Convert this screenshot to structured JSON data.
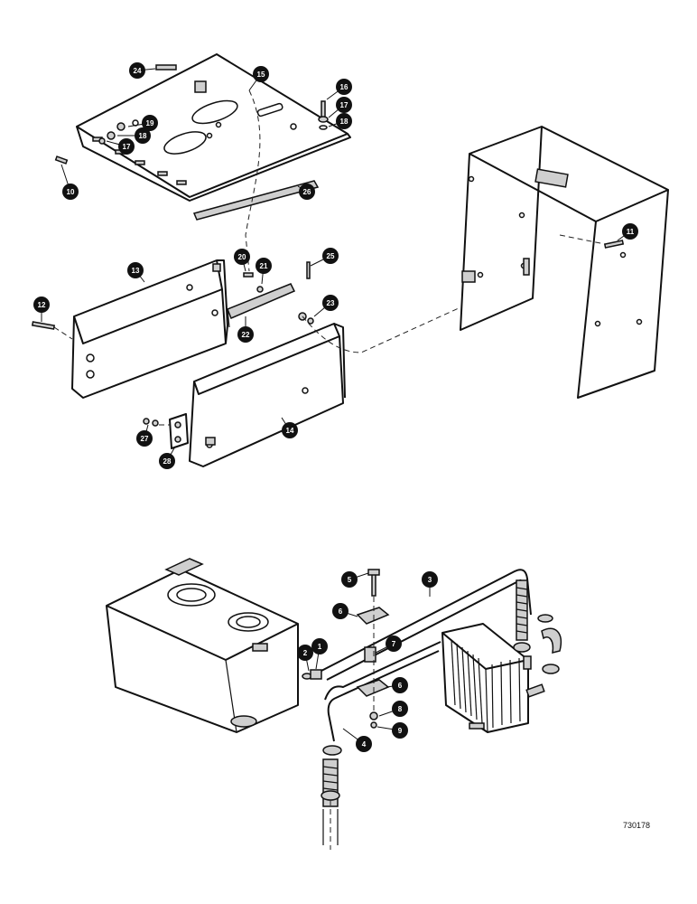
{
  "figure_number": "730178",
  "callouts": [
    {
      "label": "24"
    },
    {
      "label": "15"
    },
    {
      "label": "16"
    },
    {
      "label": "17"
    },
    {
      "label": "18"
    },
    {
      "label": "19"
    },
    {
      "label": "18"
    },
    {
      "label": "17"
    },
    {
      "label": "10"
    },
    {
      "label": "26"
    },
    {
      "label": "11"
    },
    {
      "label": "13"
    },
    {
      "label": "20"
    },
    {
      "label": "21"
    },
    {
      "label": "25"
    },
    {
      "label": "12"
    },
    {
      "label": "23"
    },
    {
      "label": "22"
    },
    {
      "label": "27"
    },
    {
      "label": "28"
    },
    {
      "label": "14"
    },
    {
      "label": "5"
    },
    {
      "label": "3"
    },
    {
      "label": "6"
    },
    {
      "label": "7"
    },
    {
      "label": "2"
    },
    {
      "label": "1"
    },
    {
      "label": "6"
    },
    {
      "label": "8"
    },
    {
      "label": "9"
    },
    {
      "label": "4"
    }
  ]
}
